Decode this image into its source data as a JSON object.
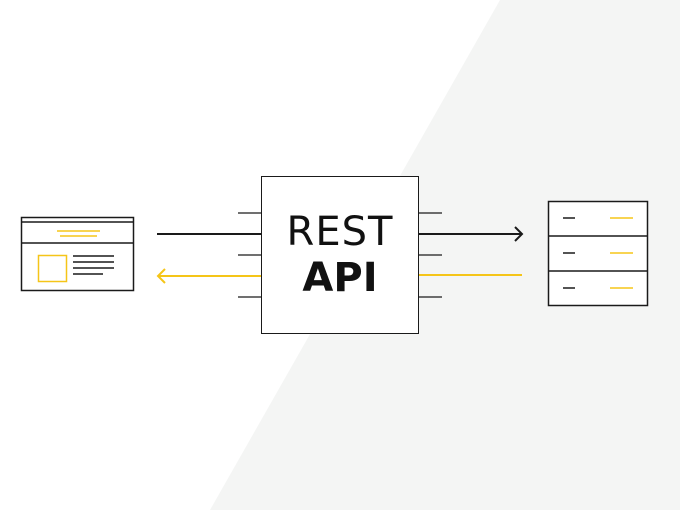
{
  "title": {
    "line1": "REST",
    "line2": "API"
  },
  "colors": {
    "accent": "#f5c518",
    "stroke": "#1a1a1a",
    "background_light": "#f4f5f4",
    "background": "#ffffff"
  },
  "icons": {
    "client": "browser-window-icon",
    "server": "server-stack-icon"
  },
  "arrows": {
    "request": "right-arrow",
    "response": "left-arrow"
  }
}
